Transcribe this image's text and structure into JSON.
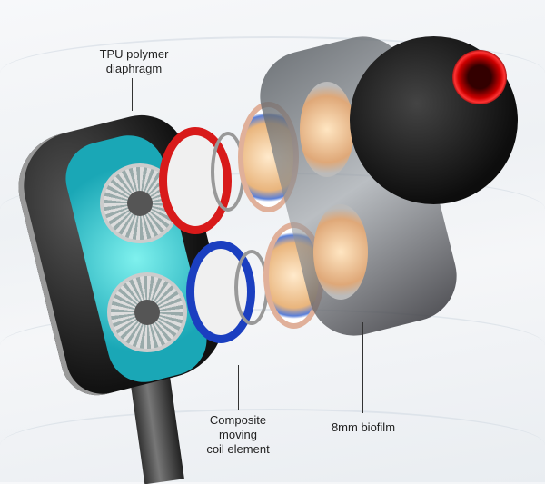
{
  "labels": {
    "diaphragm": [
      "TPU polymer",
      "diaphragm"
    ],
    "coil": [
      "Composite",
      "moving",
      "coil element"
    ],
    "biofilm": "8mm biofilm"
  },
  "colors": {
    "accent_red": "#d81a1a",
    "accent_blue": "#1b3fc0",
    "teal": "#27c2c9"
  }
}
